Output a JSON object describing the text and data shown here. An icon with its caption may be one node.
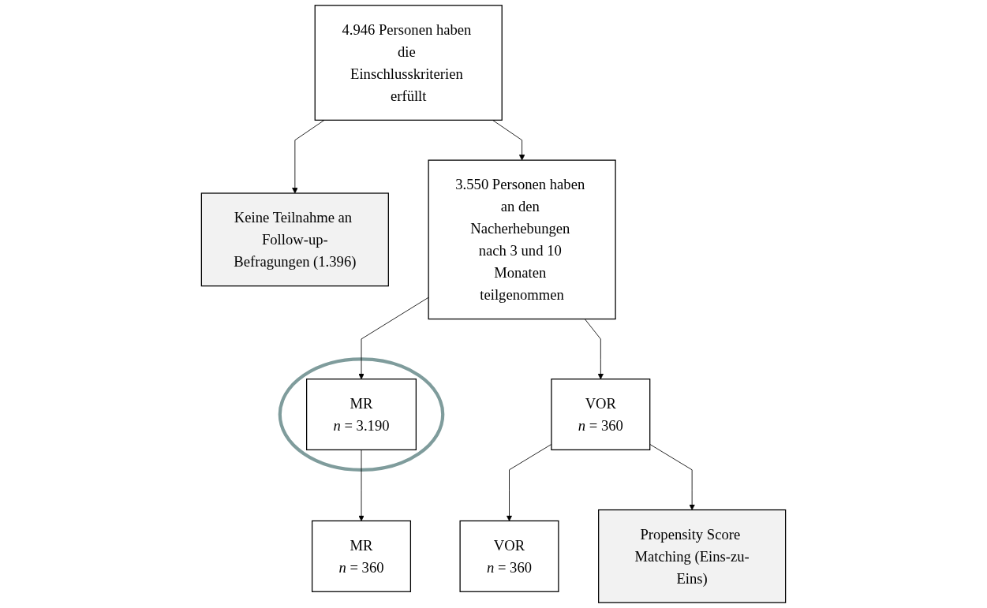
{
  "diagram": {
    "nodes": [
      {
        "text": [
          "4.946 Personen haben die Einschlusskriterien erfüllt"
        ]
      },
      {
        "text": [
          "Keine Teilnahme an Follow-up-Befragungen (1.396)"
        ]
      },
      {
        "text": [
          "3.550 Personen haben an den Nacherhebungen nach 3 und 10 Monaten teilgenommen"
        ]
      },
      {
        "text": [],
        "shape": "ellipse"
      },
      {
        "text": [
          "MR",
          "*n* = 3.190"
        ],
        "in": 3
      },
      {
        "text": [
          "VOR",
          "*n* = 360"
        ]
      },
      {
        "text": [
          "Propensity Score Matching (Eins-zu-Eins)"
        ]
      },
      {
        "text": [
          "MR",
          "*n* = 360"
        ]
      },
      {
        "text": [
          "VOR",
          "*n* = 360"
        ]
      }
    ],
    "edges": [
      {
        "from": 0,
        "to": 2,
        "arrow": "to"
      },
      {
        "from": 0,
        "to": 1,
        "arrow": "to"
      },
      {
        "from": 2,
        "to": 4,
        "arrow": "to"
      },
      {
        "from": 2,
        "to": 5,
        "arrow": "to"
      },
      {
        "from": 4,
        "to": 7,
        "arrow": "to"
      },
      {
        "from": 5,
        "to": 8,
        "arrow": "to"
      },
      {
        "from": 5,
        "to": 6,
        "arrow": "to"
      }
    ]
  }
}
